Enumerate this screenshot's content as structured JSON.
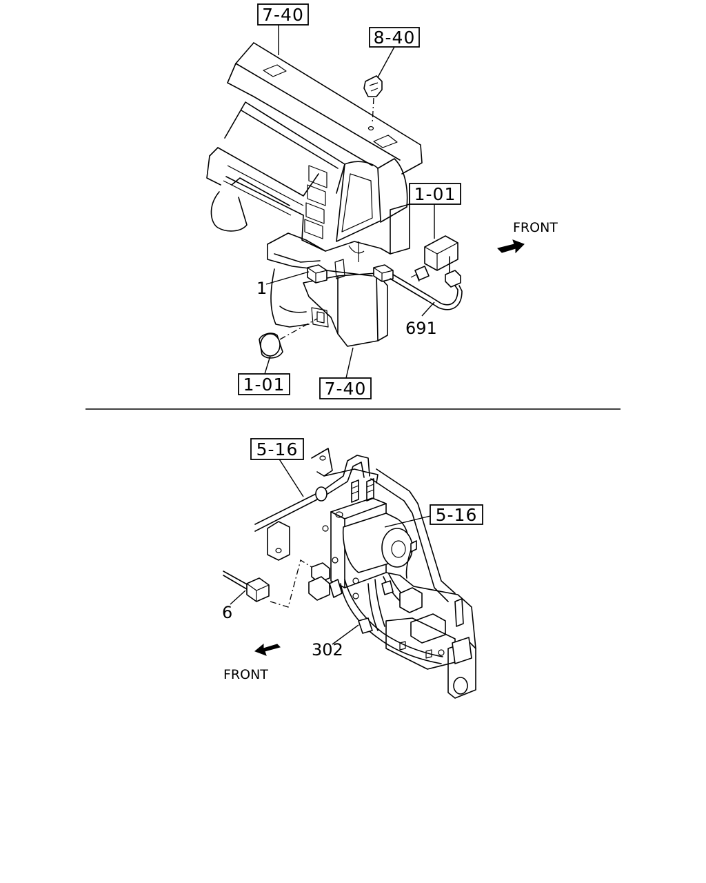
{
  "top_view": {
    "callouts": {
      "instrument_panel_top": "7-40",
      "clip_top": "8-40",
      "switch_right": "1-01",
      "switch_bottom": "1-01",
      "panel_lower": "7-40"
    },
    "part_numbers": {
      "connector": "1",
      "harness": "691"
    },
    "direction": "FRONT"
  },
  "bottom_view": {
    "callouts": {
      "pipe_left": "5-16",
      "unit_right": "5-16"
    },
    "part_numbers": {
      "sensor": "6",
      "harness": "302"
    },
    "direction": "FRONT"
  }
}
